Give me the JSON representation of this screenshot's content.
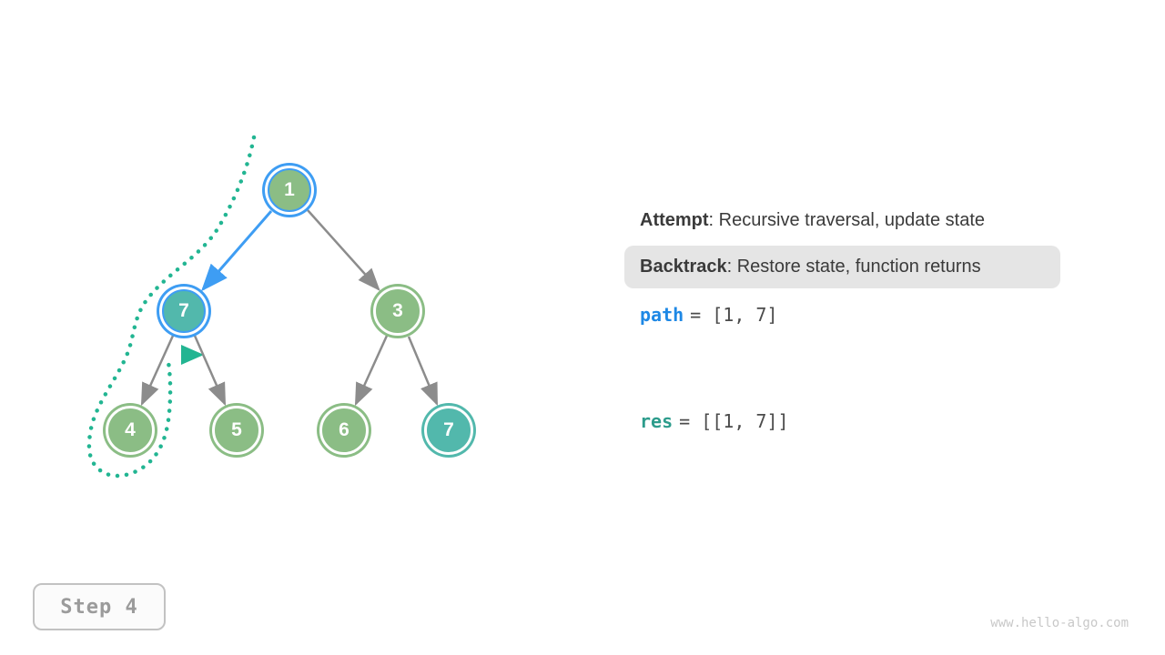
{
  "legend": {
    "attempt": {
      "label": "Attempt",
      "description": ": Recursive traversal, update state"
    },
    "backtrack": {
      "label": "Backtrack",
      "description": ": Restore state, function returns"
    }
  },
  "variables": {
    "path": {
      "name": "path",
      "value": "= [1, 7]"
    },
    "res": {
      "name": "res",
      "value": "= [[1, 7]]"
    }
  },
  "step_indicator": {
    "label": "Step 4"
  },
  "watermark": "www.hello-algo.com",
  "tree": {
    "nodes": [
      {
        "value": "1",
        "state": "visited-highlighted"
      },
      {
        "value": "7",
        "state": "current-highlighted"
      },
      {
        "value": "3",
        "state": "unvisited"
      },
      {
        "value": "4",
        "state": "unvisited"
      },
      {
        "value": "5",
        "state": "unvisited"
      },
      {
        "value": "6",
        "state": "unvisited"
      },
      {
        "value": "7",
        "state": "in-result"
      }
    ],
    "edges": [
      {
        "from": "1",
        "to": "7",
        "style": "active-blue"
      },
      {
        "from": "1",
        "to": "3",
        "style": "normal"
      },
      {
        "from": "7",
        "to": "4",
        "style": "normal"
      },
      {
        "from": "7",
        "to": "5",
        "style": "normal"
      },
      {
        "from": "3",
        "to": "6",
        "style": "normal"
      },
      {
        "from": "3",
        "to": "7",
        "style": "normal"
      }
    ]
  },
  "colors": {
    "node_green": "#8BBD85",
    "node_teal": "#52B8AC",
    "highlight_blue": "#3E9DF3",
    "edge_gray": "#8C8C8C",
    "trace_teal": "#22B592",
    "path_blue": "#1E88E5",
    "res_teal": "#2D9C8C"
  }
}
